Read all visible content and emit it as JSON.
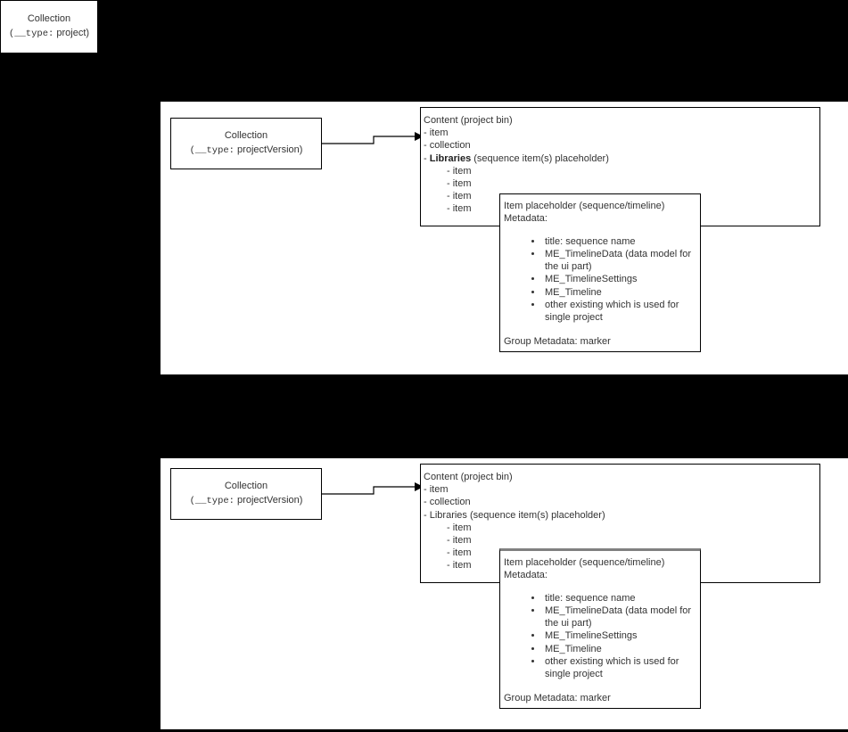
{
  "canvas": {
    "background_color": "#000000",
    "panel_color": "#ffffff"
  },
  "top_left_node": {
    "title": "Collection",
    "type_prefix": "(__type:",
    "type_value": " project)",
    "type_line": "(__type: project)"
  },
  "diagrams": [
    {
      "id": "diagram-1",
      "source_node": {
        "title": "Collection",
        "type_line": "(__type: projectVersion)",
        "type_prefix": "(__type:",
        "type_value": " projectVersion)"
      },
      "connector": {
        "style": "elbow-arrow",
        "direction": "left-to-right"
      },
      "content_box": {
        "title": "Content (project bin)",
        "rows": [
          {
            "text": "- item",
            "bold": false,
            "indent": false
          },
          {
            "text": "- collection",
            "bold": false,
            "indent": false
          }
        ],
        "libraries_row": {
          "dash": "- ",
          "bold_label": "Libraries",
          "bold": true,
          "suffix": " (sequence item(s) placeholder)"
        },
        "sub_items": [
          "- item",
          "- item",
          "- item",
          "- item"
        ]
      },
      "item_placeholder": {
        "thick_top_border": false,
        "title": "Item placeholder (sequence/timeline)",
        "subtitle": "Metadata:",
        "bullets": [
          "title: sequence name",
          "ME_TimelineData (data model for the ui part)",
          "ME_TimelineSettings",
          "ME_Timeline",
          "other existing which is used for single project"
        ],
        "footer": "Group Metadata: marker"
      }
    },
    {
      "id": "diagram-2",
      "source_node": {
        "title": "Collection",
        "type_line": "(__type: projectVersion)",
        "type_prefix": "(__type:",
        "type_value": " projectVersion)"
      },
      "connector": {
        "style": "elbow-arrow",
        "direction": "left-to-right"
      },
      "content_box": {
        "title": "Content (project bin)",
        "rows": [
          {
            "text": "- item",
            "bold": false,
            "indent": false
          },
          {
            "text": "- collection",
            "bold": false,
            "indent": false
          }
        ],
        "libraries_row": {
          "dash": "- ",
          "bold_label": "Libraries",
          "bold": false,
          "suffix": " (sequence item(s) placeholder)"
        },
        "sub_items": [
          "- item",
          "- item",
          "- item",
          "- item"
        ]
      },
      "item_placeholder": {
        "thick_top_border": true,
        "thick_top_border_color": "#808080",
        "title": "Item placeholder (sequence/timeline)",
        "subtitle": "Metadata:",
        "bullets": [
          "title: sequence name",
          "ME_TimelineData (data model for the ui part)",
          "ME_TimelineSettings",
          "ME_Timeline",
          "other existing which is used for single project"
        ],
        "footer": "Group Metadata: marker"
      }
    }
  ]
}
